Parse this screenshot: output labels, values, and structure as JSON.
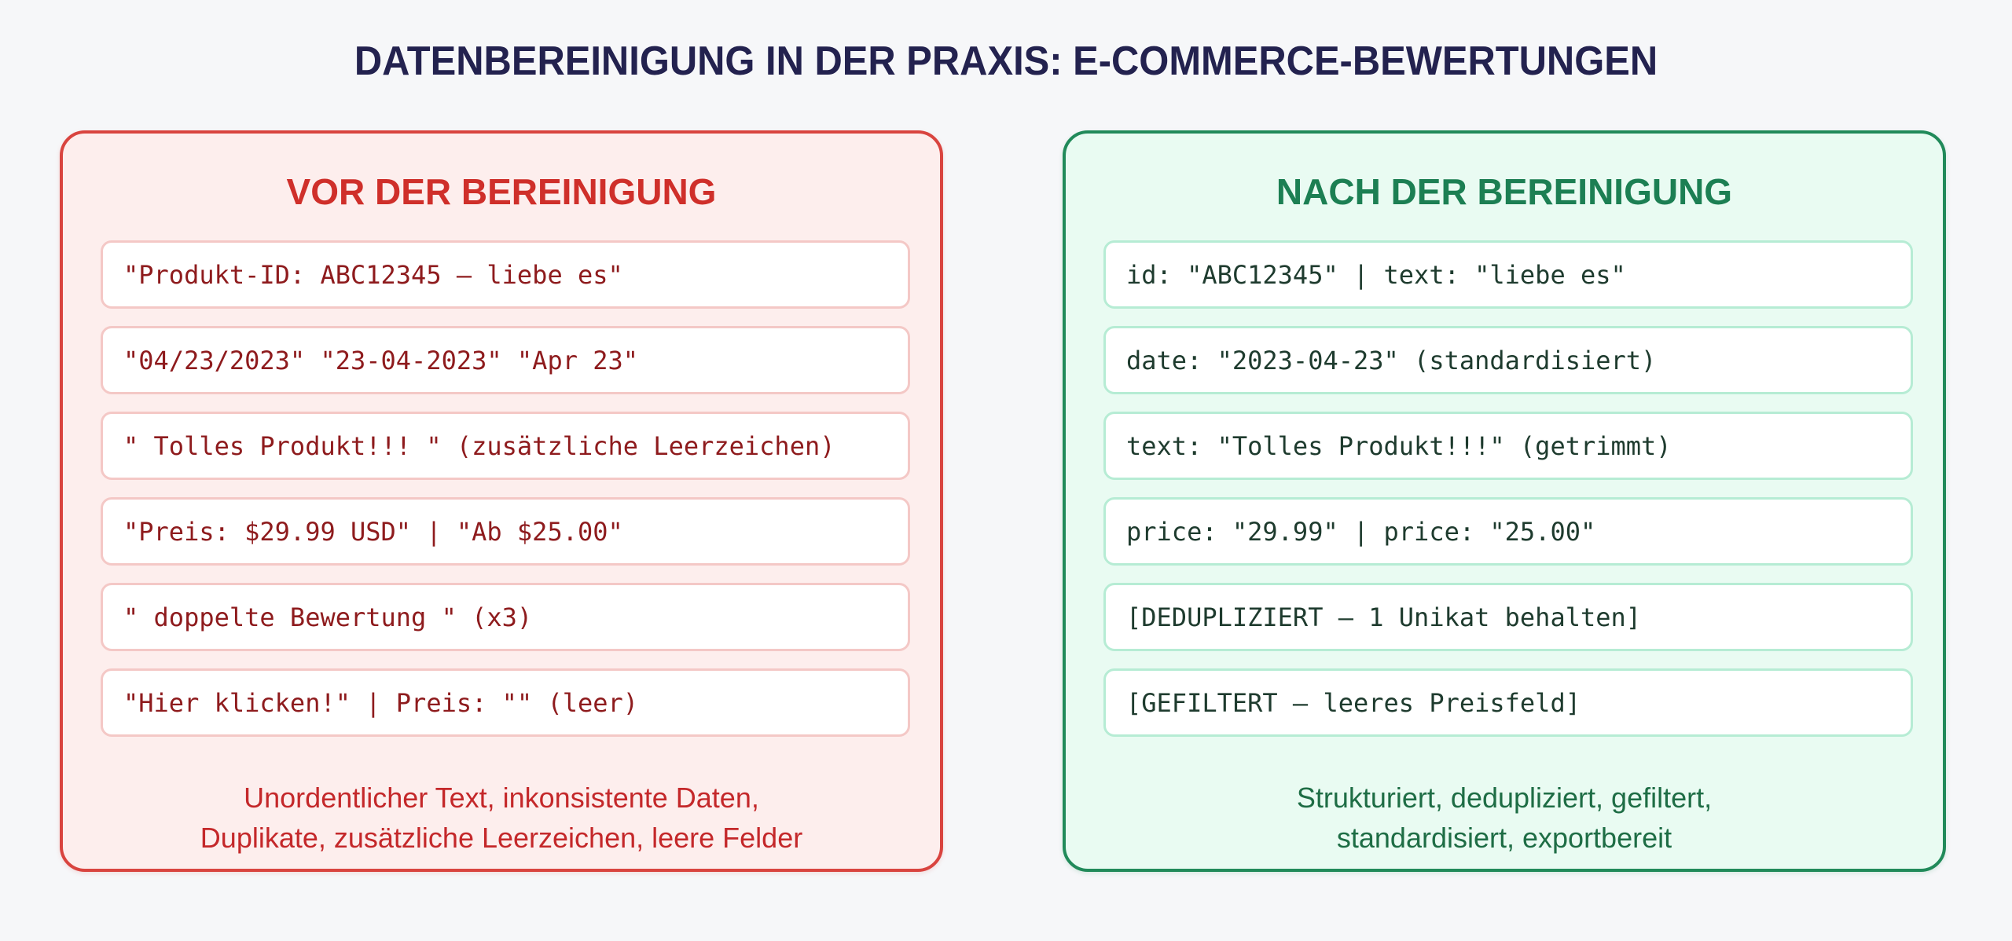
{
  "title": "DATENBEREINIGUNG IN DER PRAXIS: E-COMMERCE-BEWERTUNGEN",
  "colors": {
    "title": "#23224f",
    "before_border": "#d9443f",
    "before_fill": "#fdeeed",
    "before_text": "#8e1b1d",
    "before_heading": "#cf2f2a",
    "after_border": "#218a5a",
    "after_fill": "#e9fbf2",
    "after_text": "#1e3b2e",
    "after_heading": "#1c7f53",
    "background": "#f6f7f9"
  },
  "before": {
    "title": "VOR DER BEREINIGUNG",
    "rows": [
      "\"Produkt-ID: ABC12345 – liebe es\"",
      "\"04/23/2023\" \"23-04-2023\" \"Apr 23\"",
      "\" Tolles Produkt!!! \" (zusätzliche Leerzeichen)",
      "\"Preis: $29.99 USD\" | \"Ab $25.00\"",
      "\" doppelte Bewertung \" (x3)",
      "\"Hier klicken!\" | Preis: \"\" (leer)"
    ],
    "footer": [
      "Unordentlicher Text, inkonsistente Daten,",
      "Duplikate, zusätzliche Leerzeichen, leere Felder"
    ]
  },
  "after": {
    "title": "NACH DER BEREINIGUNG",
    "rows": [
      "id: \"ABC12345\" | text: \"liebe es\"",
      "date: \"2023-04-23\" (standardisiert)",
      "text: \"Tolles Produkt!!!\" (getrimmt)",
      "price: \"29.99\" | price: \"25.00\"",
      "[DEDUPLIZIERT – 1 Unikat behalten]",
      "[GEFILTERT – leeres Preisfeld]"
    ],
    "footer": [
      "Strukturiert, dedupliziert, gefiltert,",
      "standardisiert, exportbereit"
    ]
  }
}
